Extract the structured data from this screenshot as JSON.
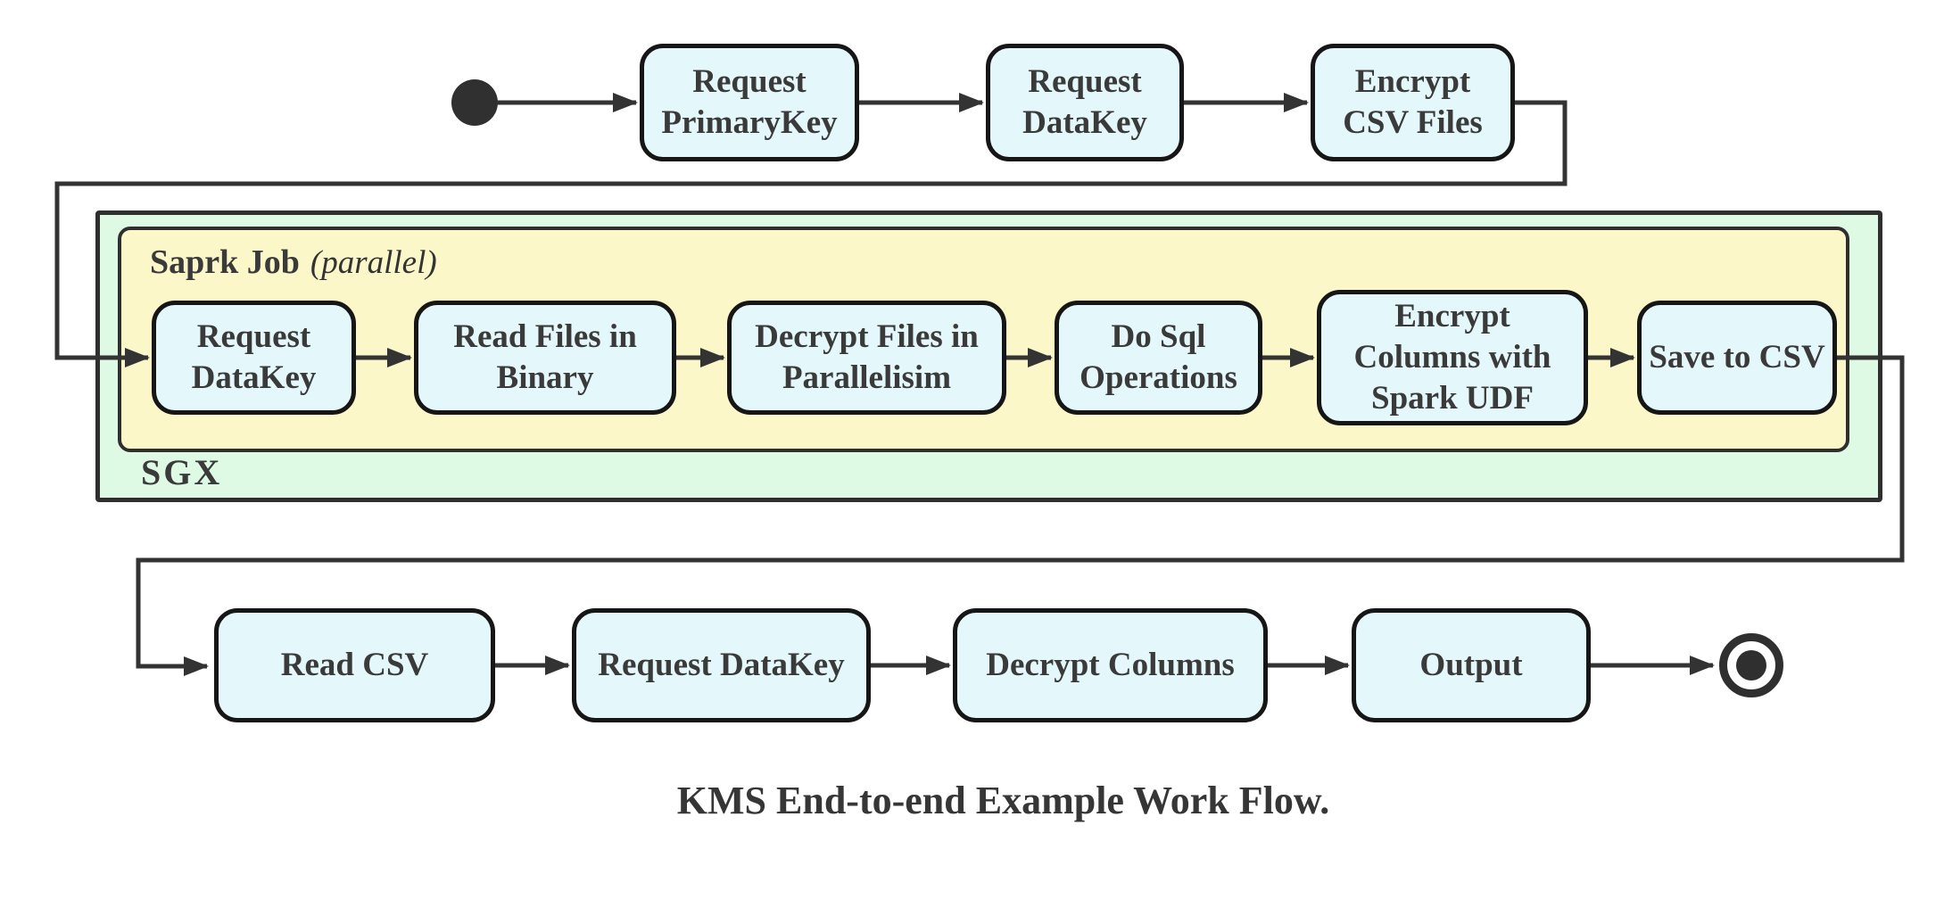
{
  "diagram": {
    "caption": "KMS End-to-end Example Work Flow.",
    "colors": {
      "node_fill": "#e4f7fa",
      "node_border": "#161616",
      "sgx_fill": "#defae4",
      "spark_fill": "#fcf7c8",
      "line": "#333333",
      "text": "#3a3a3a"
    },
    "top_row": [
      {
        "label": "Request\nPrimaryKey"
      },
      {
        "label": "Request\nDataKey"
      },
      {
        "label": "Encrypt\nCSV Files"
      }
    ],
    "sgx_container": {
      "label": "SGX",
      "spark_container": {
        "label_bold": "Saprk Job",
        "label_italic": "(parallel)",
        "nodes": [
          {
            "label": "Request\nDataKey"
          },
          {
            "label": "Read Files in\nBinary"
          },
          {
            "label": "Decrypt Files in\nParallelisim"
          },
          {
            "label": "Do Sql\nOperations"
          },
          {
            "label": "Encrypt\nColumns with\nSpark UDF"
          },
          {
            "label": "Save to CSV"
          }
        ]
      }
    },
    "bottom_row": [
      {
        "label": "Read CSV"
      },
      {
        "label": "Request DataKey"
      },
      {
        "label": "Decrypt Columns"
      },
      {
        "label": "Output"
      }
    ]
  }
}
